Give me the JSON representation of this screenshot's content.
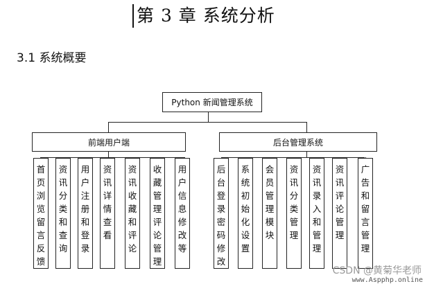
{
  "document": {
    "chapter_title": "第 3 章  系统分析",
    "section_title": "3.1  系统概要"
  },
  "diagram": {
    "root": "Python 新闻管理系统",
    "groups": [
      {
        "label": "前端用户端",
        "children": [
          "首页浏览留言反馈",
          "资讯分类和查询",
          "用户注册和登录",
          "资讯详情查看",
          "资讯收藏和评论",
          "收藏管理评论管理",
          "用户信息修改等"
        ]
      },
      {
        "label": "后台管理系统",
        "children": [
          "后台登录密码修改",
          "系统初始化设置",
          "会员管理模块",
          "资讯分类管理",
          "资讯录入和管理",
          "资讯评论管理",
          "广告和留言管理"
        ]
      }
    ]
  },
  "watermark": {
    "csdn": "CSDN @黄菊华老师",
    "site": "www.Aspphp.online"
  }
}
